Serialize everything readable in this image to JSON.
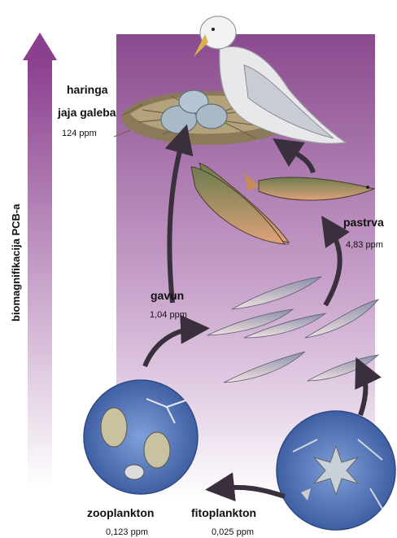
{
  "axis_label": "biomagnifikacija  PCB-a",
  "levels": [
    {
      "id": "haringa",
      "name_line1": "haringa",
      "name_line2": "jaja galeba",
      "ppm": "124 ppm"
    },
    {
      "id": "pastrva",
      "name": "pastrva",
      "ppm": "4,83 ppm"
    },
    {
      "id": "gavun",
      "name": "gavun",
      "ppm": "1,04 ppm"
    },
    {
      "id": "zooplankton",
      "name": "zooplankton",
      "ppm": "0,123 ppm"
    },
    {
      "id": "fitoplankton",
      "name": "fitoplankton",
      "ppm": "0,025 ppm"
    }
  ],
  "colors": {
    "gradient_top": "#8a4a8e",
    "gradient_bottom": "#ffffff",
    "arrow": "#3a2f3d",
    "axis_arrow_top": "#8b3f8f",
    "plankton_circle": "#4a6fb0"
  },
  "icons": [
    "gull-icon",
    "nest-icon",
    "egg-icon",
    "trout-icon",
    "smelt-icon",
    "zooplankton-icon",
    "phytoplankton-icon",
    "food-chain-arrow-icon"
  ]
}
